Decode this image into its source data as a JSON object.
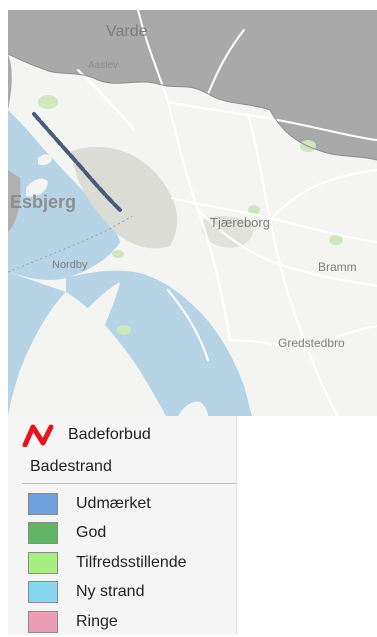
{
  "map": {
    "places": {
      "varde": "Varde",
      "aasley": "Aaslev",
      "esbjerg": "Esbjerg",
      "nordby": "Nordby",
      "tjaereborg": "Tjæreborg",
      "bramming": "Bramm",
      "gredstedbro": "Gredstedbro"
    },
    "colors": {
      "sea": "#b6d4e6",
      "land": "#f4f4f2",
      "urban": "#dcdcd6",
      "grey_overlay": "#a9a9a9",
      "road": "#ffffff",
      "beach_ban_line": "#4a5a77"
    }
  },
  "legend": {
    "ban": {
      "label": "Badeforbud",
      "icon": "bathing-ban-icon",
      "color": "#e8141c"
    },
    "section_title": "Badestrand",
    "items": [
      {
        "label": "Udmærket",
        "color": "#6fa0dc"
      },
      {
        "label": "God",
        "color": "#62b564"
      },
      {
        "label": "Tilfredsstillende",
        "color": "#a8ee82"
      },
      {
        "label": "Ny strand",
        "color": "#88d5ef"
      },
      {
        "label": "Ringe",
        "color": "#ec9eb6"
      }
    ]
  }
}
